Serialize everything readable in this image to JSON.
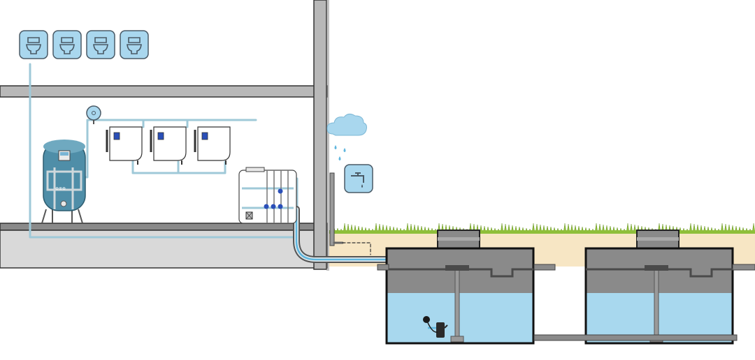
{
  "colors": {
    "water": "#a8d8ee",
    "water_dark": "#5fb6de",
    "pipe": "#9fc9d8",
    "tank_gray": "#8a8a8a",
    "tank_dark": "#4a4a4a",
    "wall": "#b8b8b8",
    "floor": "#d9d9d9",
    "soil": "#f7e6c4",
    "grass": "#8fbf3a",
    "icon_bg": "#a9d7ee",
    "icon_border": "#4a5a66",
    "valve_blue": "#2a4fb8"
  },
  "icons": {
    "toilets": [
      "toilet-icon",
      "toilet-icon",
      "toilet-icon",
      "toilet-icon"
    ],
    "tap": "tap-icon",
    "rain": "rain-cloud-icon"
  },
  "components": [
    "pressure-vessel",
    "control-unit",
    "filter-module",
    "storage-tank",
    "pump",
    "float-switch",
    "cistern"
  ],
  "counts": {
    "filter_modules": 3,
    "cisterns": 2
  }
}
